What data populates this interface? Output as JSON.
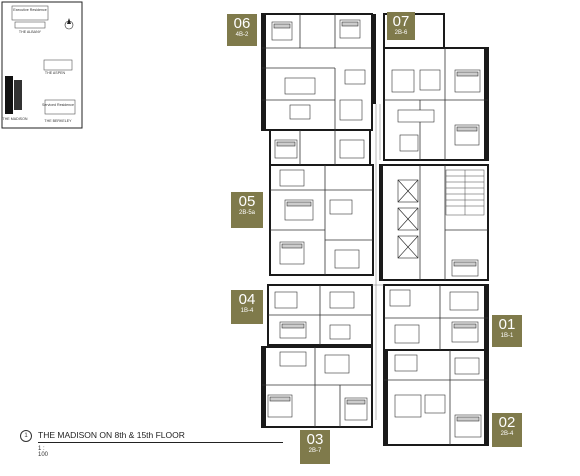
{
  "key_plan": {
    "labels": {
      "executive": "Executive Residence",
      "albany": "THE ALBANY",
      "aspen": "THE ASPEN",
      "madison": "THE MADISON",
      "serviced": "Serviced Residence",
      "berkeley": "THE BERKELEY"
    }
  },
  "units": [
    {
      "num": "06",
      "type": "4B-2"
    },
    {
      "num": "07",
      "type": "2B-6"
    },
    {
      "num": "05",
      "type": "2B-5a"
    },
    {
      "num": "04",
      "type": "1B-4"
    },
    {
      "num": "01",
      "type": "1B-1"
    },
    {
      "num": "03",
      "type": "2B-7"
    },
    {
      "num": "02",
      "type": "2B-4"
    }
  ],
  "caption": {
    "marker": "1",
    "title": "THE MADISON ON 8th & 15th FLOOR",
    "scale": "1 : 100"
  },
  "colors": {
    "tag": "#7f7a4b",
    "wall": "#1a1a1a",
    "highlight": "#4a4a4a"
  }
}
